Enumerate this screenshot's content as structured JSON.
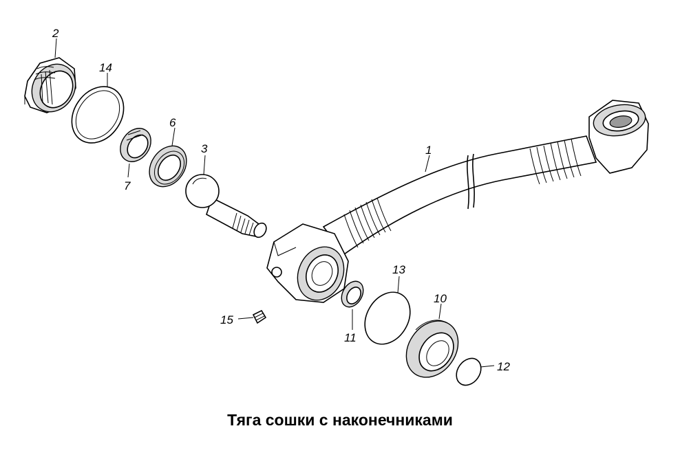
{
  "caption": "Тяга сошки с наконечниками",
  "callouts": [
    {
      "id": "2",
      "label": "2"
    },
    {
      "id": "14",
      "label": "14"
    },
    {
      "id": "6",
      "label": "6"
    },
    {
      "id": "3",
      "label": "3"
    },
    {
      "id": "1",
      "label": "1"
    },
    {
      "id": "7",
      "label": "7"
    },
    {
      "id": "15",
      "label": "15"
    },
    {
      "id": "13",
      "label": "13"
    },
    {
      "id": "10",
      "label": "10"
    },
    {
      "id": "11",
      "label": "11"
    },
    {
      "id": "12",
      "label": "12"
    }
  ]
}
